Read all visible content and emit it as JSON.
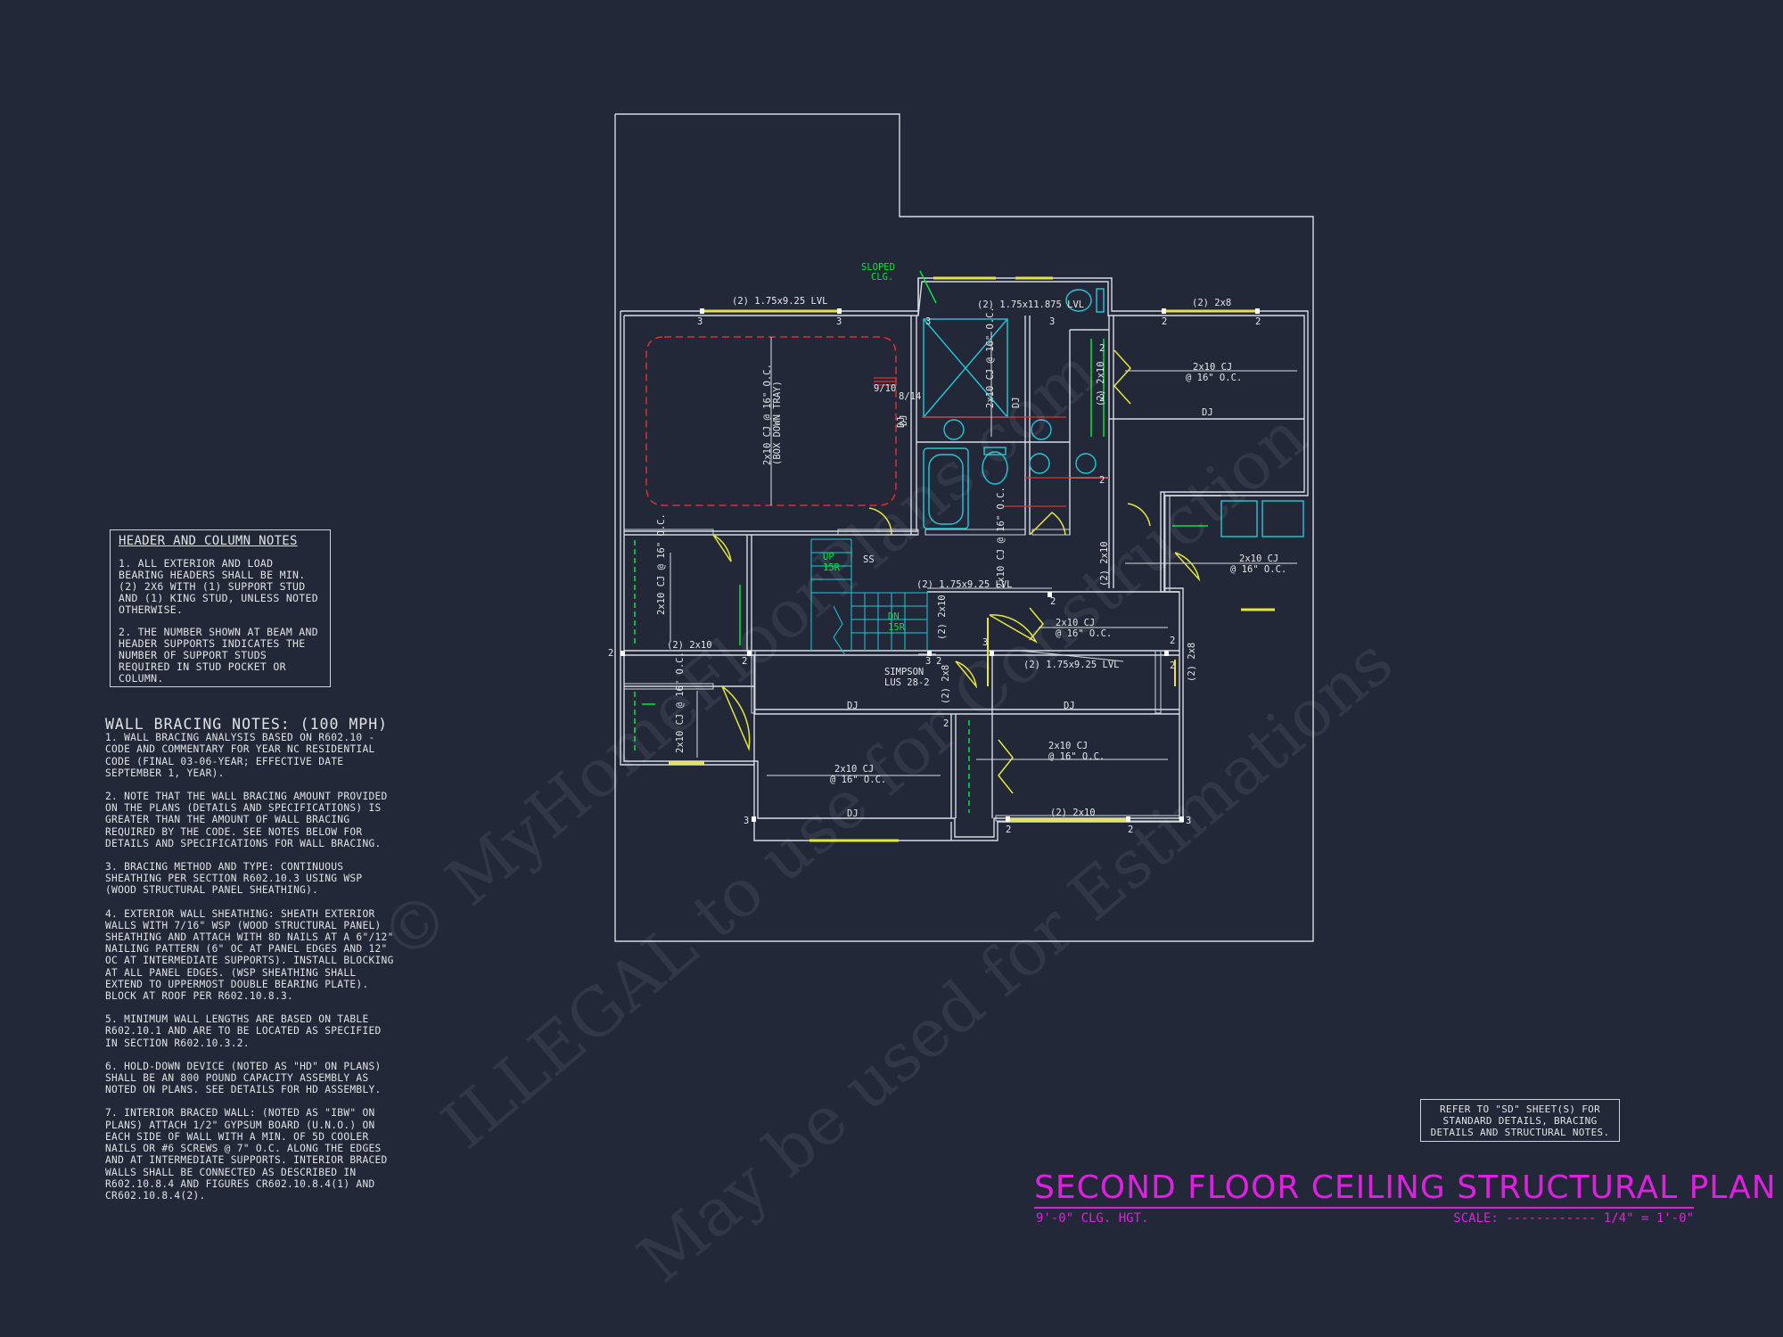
{
  "sheet": {
    "title": "SECOND FLOOR CEILING STRUCTURAL PLAN",
    "subtitle": "9'-0\" CLG. HGT.",
    "scale": "SCALE: ------------ 1/4\" = 1'-0\"",
    "reference_note": "REFER TO \"SD\" SHEET(S) FOR STANDARD DETAILS, BRACING DETAILS AND STRUCTURAL NOTES."
  },
  "header_column_notes": {
    "title": "HEADER AND COLUMN NOTES",
    "items": [
      "1. ALL EXTERIOR AND LOAD BEARING HEADERS SHALL BE MIN. (2) 2x6 WITH (1) SUPPORT STUD AND (1) KING STUD, UNLESS NOTED OTHERWISE.",
      "2. THE NUMBER SHOWN AT BEAM AND HEADER SUPPORTS INDICATES THE NUMBER OF SUPPORT STUDS REQUIRED IN STUD POCKET OR COLUMN."
    ]
  },
  "wall_bracing_notes": {
    "title": "WALL BRACING NOTES: (100 MPH)",
    "items": [
      "1. WALL BRACING ANALYSIS BASED ON R602.10 - CODE AND COMMENTARY FOR YEAR NC RESIDENTIAL CODE (FINAL 03-06-YEAR; EFFECTIVE DATE SEPTEMBER 1, YEAR).",
      "2. NOTE THAT THE WALL BRACING AMOUNT PROVIDED ON THE PLANS (DETAILS AND SPECIFICATIONS) IS GREATER THAN THE AMOUNT OF WALL BRACING REQUIRED BY THE CODE. SEE NOTES BELOW FOR DETAILS AND SPECIFICATIONS FOR WALL BRACING.",
      "3. BRACING METHOD AND TYPE: CONTINUOUS SHEATHING PER SECTION R602.10.3 USING WSP (WOOD STRUCTURAL PANEL SHEATHING).",
      "4. EXTERIOR WALL SHEATHING: SHEATH EXTERIOR WALLS WITH 7/16\" WSP (WOOD STRUCTURAL PANEL) SHEATHING AND ATTACH WITH 8d NAILS AT A 6\"/12\" NAILING PATTERN (6\" OC AT PANEL EDGES AND 12\" OC AT INTERMEDIATE SUPPORTS). INSTALL BLOCKING AT ALL PANEL EDGES. (WSP SHEATHING SHALL EXTEND TO UPPERMOST DOUBLE BEARING PLATE). BLOCK AT ROOF PER R602.10.8.3.",
      "5. MINIMUM WALL LENGTHS ARE BASED ON TABLE R602.10.1 AND ARE TO BE LOCATED AS SPECIFIED IN SECTION R602.10.3.2.",
      "6. HOLD-DOWN DEVICE (NOTED AS \"HD\" ON PLANS) SHALL BE AN 800 POUND CAPACITY ASSEMBLY AS NOTED ON PLANS. SEE DETAILS FOR HD ASSEMBLY.",
      "7. INTERIOR BRACED WALL: (NOTED AS \"IBW\" ON PLANS) ATTACH 1/2\" GYPSUM BOARD (U.N.O.) ON EACH SIDE OF WALL WITH A MIN. OF 5d COOLER NAILS OR #6 SCREWS @ 7\" O.C. ALONG THE EDGES AND AT INTERMEDIATE SUPPORTS. INTERIOR BRACED WALLS SHALL BE CONNECTED AS DESCRIBED IN R602.10.8.4 AND FIGURES CR602.10.8.4(1) AND CR602.10.8.4(2)."
    ]
  },
  "plan_labels": {
    "hdr_top_left": "(2) 1.75x9.25 LVL",
    "hdr_top_mid": "(2) 1.75x11.875 LVL",
    "hdr_top_right": "(2) 2x8",
    "sloped": "SLOPED",
    "clg": "CLG.",
    "tray_cj": "2x10 CJ @ 16\" O.C.",
    "tray_note": "(BOX DOWN TRAY)",
    "pitch_rise": "9/10",
    "pitch_run": "8/14",
    "dj": "DJ",
    "bath_cj": "2x10 CJ @ 16\" O.C.",
    "hdr_2x10": "(2) 2x10",
    "right_cj": "2x10 CJ",
    "oc": "@ 16\" O.C.",
    "hall_cj": "2x10 CJ @ 16\" O.C.",
    "mid_lvl": "(2) 1.75x9.25 LVL",
    "hdr_2x8": "(2) 2x8",
    "simpson": "SIMPSON",
    "lus": "LUS 28-2",
    "up": "UP",
    "up_r": "15R",
    "dn": "DN",
    "dn_r": "15R",
    "left_cj": "2x10 CJ @ 16\" O.C.",
    "support_2": "2",
    "support_3": "3",
    "ss": "SS"
  },
  "watermark": {
    "line1": "© MyHomeFloorPlans.com",
    "line2": "ILLEGAL to use for Construction",
    "line3": "May be used for Estimations"
  },
  "colors": {
    "background": "#222838",
    "walls": "#d8dbe2",
    "beams": "#e6e63a",
    "title": "#e020e0",
    "annotation": "#00e640",
    "fixtures": "#22c8d8",
    "hatch": "#e03030"
  }
}
